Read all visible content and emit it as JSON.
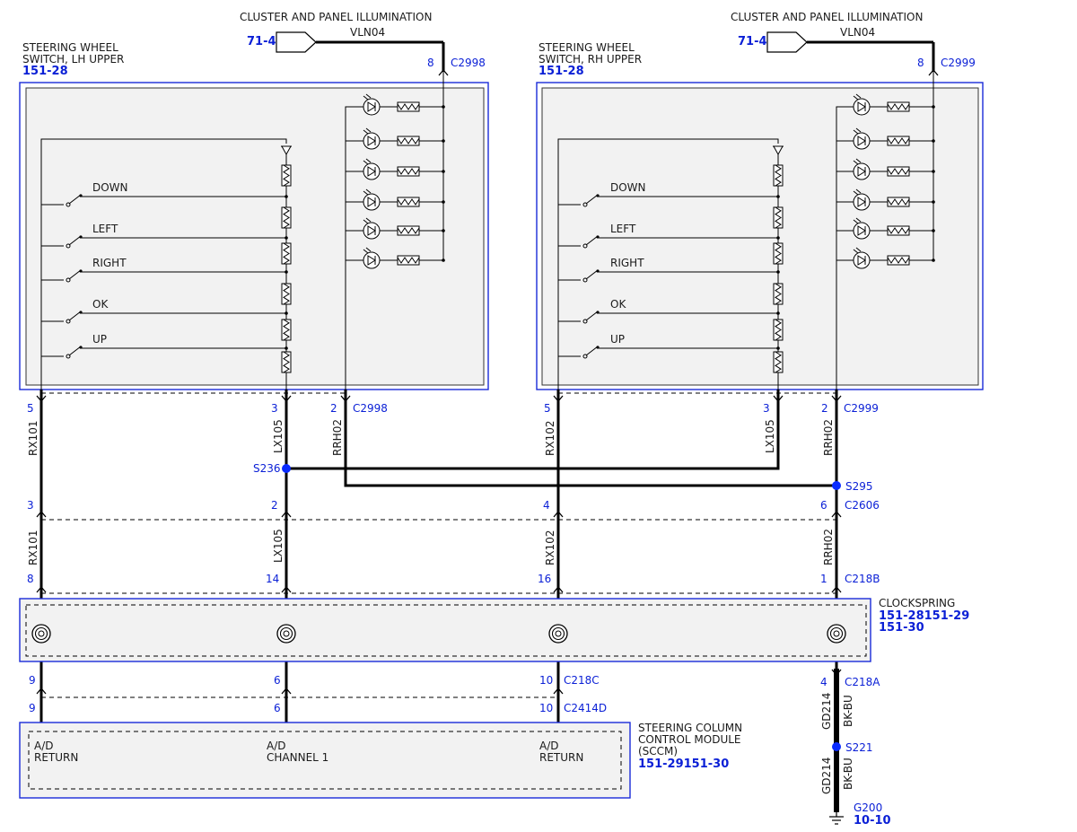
{
  "titles": {
    "cluster_left": "CLUSTER AND PANEL ILLUMINATION",
    "cluster_right": "CLUSTER AND PANEL ILLUMINATION",
    "ref_71_left": "71-4",
    "ref_71_right": "71-4",
    "vln_left": "VLN04",
    "vln_right": "VLN04"
  },
  "lh_switch": {
    "line1": "STEERING WHEEL",
    "line2": "SWITCH, LH UPPER",
    "ref": "151-28",
    "top_pin": "8",
    "top_conn": "C2998"
  },
  "rh_switch": {
    "line1": "STEERING WHEEL",
    "line2": "SWITCH, RH UPPER",
    "ref": "151-28",
    "top_pin": "8",
    "top_conn": "C2999"
  },
  "switch_labels": {
    "down": "DOWN",
    "left": "LEFT",
    "right": "RIGHT",
    "ok": "OK",
    "up": "UP"
  },
  "c2998": {
    "pin_rx": "5",
    "pin_lx": "3",
    "pin_rrh": "2",
    "conn": "C2998"
  },
  "c2999": {
    "pin_rx": "5",
    "pin_lx": "3",
    "pin_rrh": "2",
    "conn": "C2999"
  },
  "wires": {
    "rx101": "RX101",
    "lx105": "LX105",
    "rrh02": "RRH02",
    "rx102": "RX102",
    "gd214": "GD214",
    "bkbu": "BK-BU"
  },
  "splices": {
    "s236": "S236",
    "s295": "S295",
    "s221": "S221"
  },
  "c2606": {
    "p1": "3",
    "p2": "2",
    "p3": "4",
    "p4": "6",
    "conn": "C2606"
  },
  "c218b": {
    "p1": "8",
    "p2": "14",
    "p3": "16",
    "p4": "1",
    "conn": "C218B"
  },
  "clockspring": {
    "name": "CLOCKSPRING",
    "ref1": "151-28151-29",
    "ref2": "151-30"
  },
  "c218c": {
    "p1": "9",
    "p2": "6",
    "p3": "10",
    "conn": "C218C"
  },
  "c218a": {
    "pin": "4",
    "conn": "C218A"
  },
  "c2414d": {
    "p1": "9",
    "p2": "6",
    "p3": "10",
    "conn": "C2414D"
  },
  "sccm": {
    "line1": "STEERING COLUMN",
    "line2": "CONTROL MODULE",
    "line3": "(SCCM)",
    "ref": "151-29151-30",
    "pin1_a": "A/D",
    "pin1_b": "RETURN",
    "pin2_a": "A/D",
    "pin2_b": "CHANNEL 1",
    "pin3_a": "A/D",
    "pin3_b": "RETURN"
  },
  "ground": {
    "name": "G200",
    "ref": "10-10"
  },
  "colors": {
    "accent": "#0a1fd6",
    "wire": "#000000",
    "box_fill": "#f2f2f2"
  }
}
